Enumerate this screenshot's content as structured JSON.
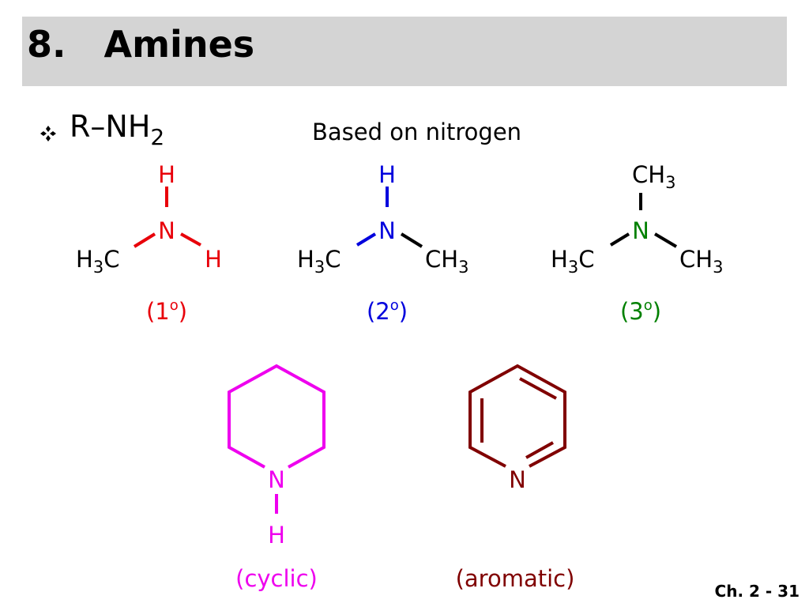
{
  "slide": {
    "title": "8.   Amines",
    "bullet": {
      "formula_main": "R–NH",
      "formula_sub": "2"
    },
    "subheading": "Based on nitrogen",
    "footer": "Ch. 2 - 31"
  },
  "molecules": {
    "primary": {
      "color": "#e8000a",
      "atoms": {
        "top": "H",
        "center": "N",
        "left_main": "H",
        "left_sub": "3",
        "left_tail": "C",
        "right": "H"
      },
      "label_open": "(1",
      "label_sup": "o",
      "label_close": ")"
    },
    "secondary": {
      "color": "#0000dd",
      "atoms": {
        "top": "H",
        "center": "N",
        "left_main": "H",
        "left_sub": "3",
        "left_tail": "C",
        "right_main": "CH",
        "right_sub": "3"
      },
      "label_open": "(2",
      "label_sup": "o",
      "label_close": ")"
    },
    "tertiary": {
      "color": "#008000",
      "atoms": {
        "top_main": "CH",
        "top_sub": "3",
        "center": "N",
        "left_main": "H",
        "left_sub": "3",
        "left_tail": "C",
        "right_main": "CH",
        "right_sub": "3"
      },
      "label_open": "(3",
      "label_sup": "o",
      "label_close": ")"
    },
    "cyclic": {
      "color": "#ee00ee",
      "atoms": {
        "nitrogen": "N",
        "hydrogen": "H"
      },
      "label": "(cyclic)"
    },
    "aromatic": {
      "color": "#800000",
      "atoms": {
        "nitrogen": "N"
      },
      "label": "(aromatic)"
    }
  }
}
